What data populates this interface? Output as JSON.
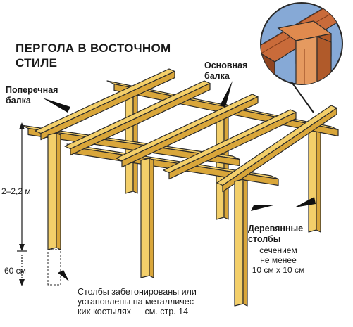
{
  "title": "ПЕРГОЛА В ВОСТОЧНОМ\nСТИЛЕ",
  "labels": {
    "cross_beam": "Поперечная\nбалка",
    "main_beam": "Основная\nбалка",
    "posts_title": "Деревянные\nстолбы",
    "posts_note": "сечением\nне менее\n10 см х 10 см",
    "height": "2–2,2 м",
    "depth": "60 см",
    "footnote": "Столбы забетонированы или\nустановлены на металличес-\nких костылях — см. стр. 14"
  },
  "colors": {
    "wood": "#f3cf6a",
    "wood_shade": "#d9a63a",
    "wood_dark": "#b98a2a",
    "outline": "#2a2a2a",
    "zoom_background": "#86a9d6"
  }
}
